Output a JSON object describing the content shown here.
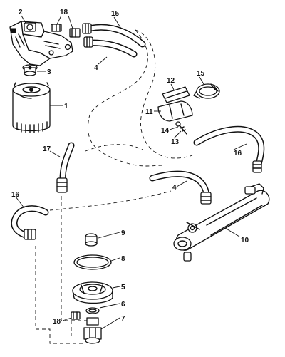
{
  "diagram": {
    "callouts": {
      "c1": "1",
      "c2": "2",
      "c3": "3",
      "c4a": "4",
      "c4b": "4",
      "c5": "5",
      "c6": "6",
      "c7": "7",
      "c8": "8",
      "c9": "9",
      "c10": "10",
      "c11": "11",
      "c12": "12",
      "c13": "13",
      "c14": "14",
      "c15a": "15",
      "c15b": "15",
      "c16a": "16",
      "c16b": "16",
      "c17": "17",
      "c18a": "18",
      "c18b": "18"
    }
  }
}
